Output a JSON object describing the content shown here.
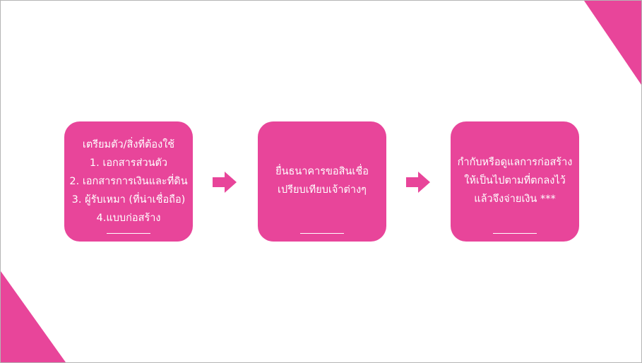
{
  "colors": {
    "accent": "#e8459a",
    "text_on_accent": "#ffffff",
    "background": "#ffffff"
  },
  "steps": [
    {
      "lines": [
        "เตรียมตัว/สิ่งที่ต้องใช้",
        "1. เอกสารส่วนตัว",
        "2. เอกสารการเงินและที่ดิน",
        "3. ผู้รับเหมา (ที่น่าเชื่อถือ)",
        "4.แบบก่อสร้าง"
      ]
    },
    {
      "lines": [
        "ยื่นธนาคารขอสินเชื่อ",
        "เปรียบเทียบเจ้าต่างๆ"
      ]
    },
    {
      "lines": [
        "กำกับหรือดูแลการก่อสร้าง",
        "ให้เป็นไปตามที่ตกลงไว้",
        "แล้วจึงจ่ายเงิน ***"
      ]
    }
  ],
  "arrows": [
    {
      "from_step": 1,
      "to_step": 2
    },
    {
      "from_step": 2,
      "to_step": 3
    }
  ]
}
